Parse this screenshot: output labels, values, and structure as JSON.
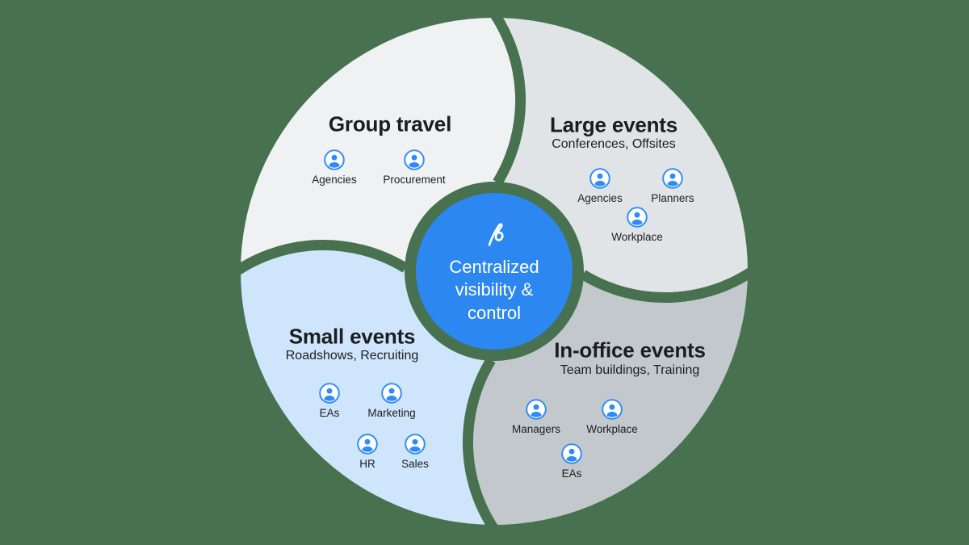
{
  "background_color": "#47714F",
  "text_color": "#1B1E21",
  "icon_color": "#2F8BF6",
  "hub": {
    "label": "Centralized visibility & control",
    "color": "#2D87F1",
    "text_color": "#FFFFFF",
    "logo_icon": "brand-logo-icon"
  },
  "petals": [
    {
      "id": "group-travel",
      "title": "Group travel",
      "subtitle": "",
      "color": "#F0F1F3",
      "members": [
        {
          "icon": "person-icon",
          "label": "Agencies"
        },
        {
          "icon": "person-icon",
          "label": "Procurement"
        }
      ]
    },
    {
      "id": "large-events",
      "title": "Large events",
      "subtitle": "Conferences, Offsites",
      "color": "#E1E4E6",
      "members": [
        {
          "icon": "person-icon",
          "label": "Agencies"
        },
        {
          "icon": "person-icon",
          "label": "Planners"
        },
        {
          "icon": "person-icon",
          "label": "Workplace"
        }
      ]
    },
    {
      "id": "small-events",
      "title": "Small events",
      "subtitle": "Roadshows, Recruiting",
      "color": "#CFE5FB",
      "members": [
        {
          "icon": "person-icon",
          "label": "EAs"
        },
        {
          "icon": "person-icon",
          "label": "Marketing"
        },
        {
          "icon": "person-icon",
          "label": "HR"
        },
        {
          "icon": "person-icon",
          "label": "Sales"
        }
      ]
    },
    {
      "id": "in-office-events",
      "title": "In-office events",
      "subtitle": "Team buildings, Training",
      "color": "#C3C8CC",
      "members": [
        {
          "icon": "person-icon",
          "label": "Managers"
        },
        {
          "icon": "person-icon",
          "label": "Workplace"
        },
        {
          "icon": "person-icon",
          "label": "EAs"
        }
      ]
    }
  ]
}
